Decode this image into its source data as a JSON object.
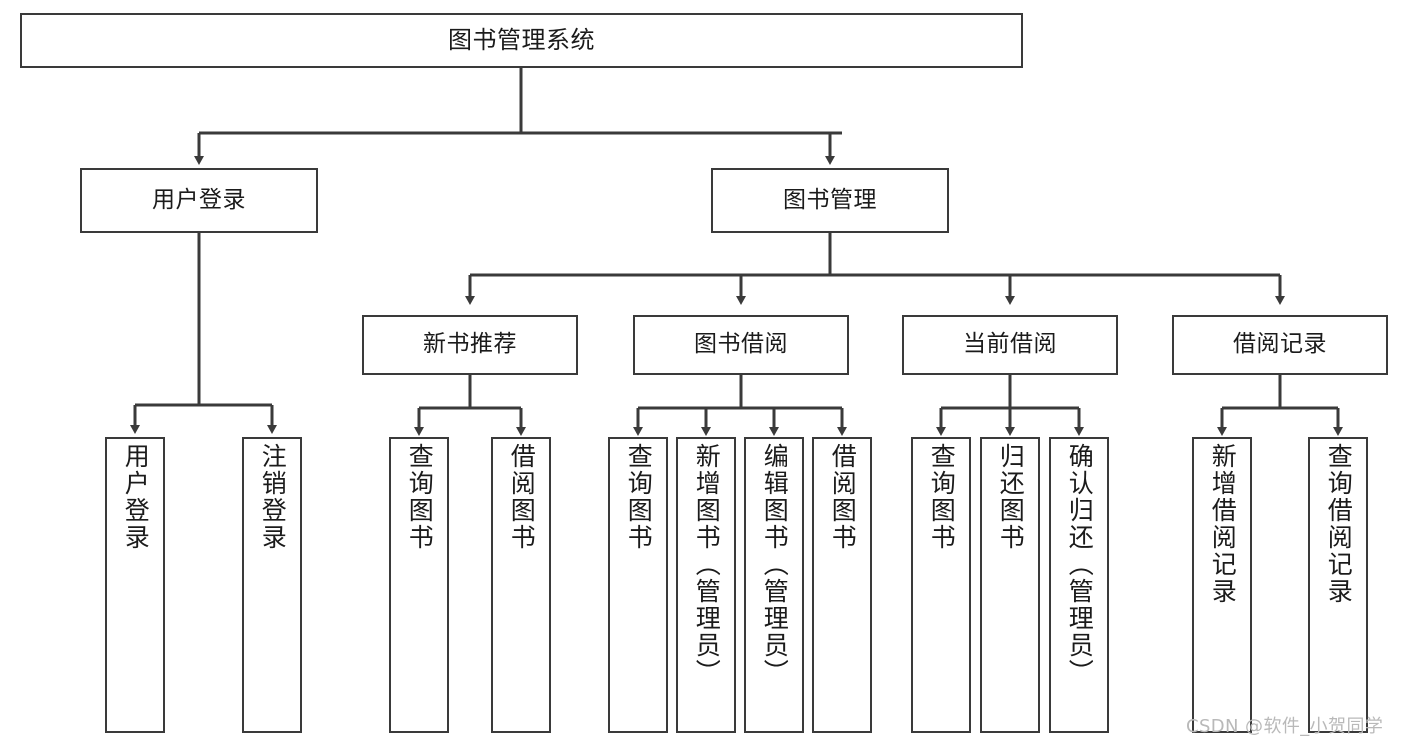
{
  "diagram": {
    "type": "tree",
    "title": "图书管理系统",
    "watermark": "CSDN @软件_小贺同学",
    "colors": {
      "box_border": "#3a3a3a",
      "box_fill": "#ffffff",
      "connector": "#3a3a3a",
      "text": "#1b1b1b",
      "watermark": "#b9b9b9",
      "background": "#ffffff"
    },
    "levels": {
      "level1": [
        {
          "id": "root",
          "label": "图书管理系统"
        }
      ],
      "level2": [
        {
          "id": "user-login",
          "label": "用户登录"
        },
        {
          "id": "book-manage",
          "label": "图书管理"
        }
      ],
      "level3": [
        {
          "id": "new-book-recommend",
          "label": "新书推荐"
        },
        {
          "id": "book-borrow",
          "label": "图书借阅"
        },
        {
          "id": "current-borrow",
          "label": "当前借阅"
        },
        {
          "id": "borrow-record",
          "label": "借阅记录"
        }
      ],
      "level4": {
        "user-login": [
          {
            "id": "leaf-user-login",
            "label": "用户登录"
          },
          {
            "id": "leaf-logout-login",
            "label": "注销登录"
          }
        ],
        "new-book-recommend": [
          {
            "id": "leaf-query-book-1",
            "label": "查询图书"
          },
          {
            "id": "leaf-borrow-book-1",
            "label": "借阅图书"
          }
        ],
        "book-borrow": [
          {
            "id": "leaf-query-book-2",
            "label": "查询图书"
          },
          {
            "id": "leaf-add-book",
            "label": "新增图书（管理员）"
          },
          {
            "id": "leaf-edit-book",
            "label": "编辑图书（管理员）"
          },
          {
            "id": "leaf-borrow-book-2",
            "label": "借阅图书"
          }
        ],
        "current-borrow": [
          {
            "id": "leaf-query-book-3",
            "label": "查询图书"
          },
          {
            "id": "leaf-return-book",
            "label": "归还图书"
          },
          {
            "id": "leaf-confirm-return",
            "label": "确认归还（管理员）"
          }
        ],
        "borrow-record": [
          {
            "id": "leaf-add-record",
            "label": "新增借阅记录"
          },
          {
            "id": "leaf-query-record",
            "label": "查询借阅记录"
          }
        ]
      }
    }
  }
}
